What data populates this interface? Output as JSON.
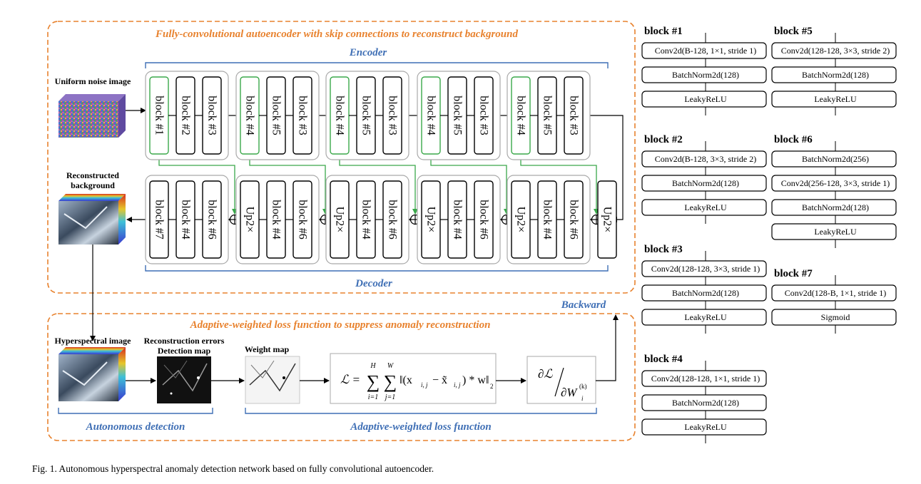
{
  "titles": {
    "autoencoder": "Fully-convolutional autoencoder with skip connections to reconstruct background",
    "loss": "Adaptive-weighted loss function to suppress anomaly reconstruction",
    "encoder": "Encoder",
    "decoder": "Decoder",
    "backward": "Backward",
    "autonomous_detection": "Autonomous detection",
    "adaptive_loss": "Adaptive-weighted loss function"
  },
  "images": {
    "noise": "Uniform noise image",
    "reconstructed_l1": "Reconstructed",
    "reconstructed_l2": "background",
    "hyperspectral": "Hyperspectral image",
    "errors_l1": "Reconstruction errors",
    "errors_l2": "Detection map",
    "weight": "Weight map"
  },
  "encoder_groups": [
    [
      "block #1",
      "block #2",
      "block #3"
    ],
    [
      "block #4",
      "block #5",
      "block #3"
    ],
    [
      "block #4",
      "block #5",
      "block #3"
    ],
    [
      "block #4",
      "block #5",
      "block #3"
    ],
    [
      "block #4",
      "block #5",
      "block #3"
    ]
  ],
  "decoder_groups": [
    [
      "block #7",
      "block #4",
      "block #6"
    ],
    [
      "Up2×",
      "block #4",
      "block #6"
    ],
    [
      "Up2×",
      "block #4",
      "block #6"
    ],
    [
      "Up2×",
      "block #4",
      "block #6"
    ],
    [
      "Up2×",
      "block #4",
      "block #6"
    ]
  ],
  "decoder_last": "Up2×",
  "formula": {
    "lhs": "ℒ = ",
    "sum_i_top": "H",
    "sum_i_bottom": "i=1",
    "sum_j_top": "W",
    "sum_j_bottom": "j=1",
    "body": "‖(x",
    "sub_ij": "i, j",
    "minus": " − x̃",
    "times_w": ") * w",
    "close": "‖",
    "norm_sub": "2",
    "grad_num": "∂ℒ",
    "grad_den": "∂W",
    "grad_sub": "i",
    "grad_sup": "(k)"
  },
  "block_defs": [
    {
      "title": "block #1",
      "ops": [
        "Conv2d(B-128, 1×1, stride 1)",
        "BatchNorm2d(128)",
        "LeakyReLU"
      ]
    },
    {
      "title": "block #2",
      "ops": [
        "Conv2d(B-128, 3×3, stride 2)",
        "BatchNorm2d(128)",
        "LeakyReLU"
      ]
    },
    {
      "title": "block #3",
      "ops": [
        "Conv2d(128-128, 3×3, stride 1)",
        "BatchNorm2d(128)",
        "LeakyReLU"
      ]
    },
    {
      "title": "block #4",
      "ops": [
        "Conv2d(128-128, 1×1, stride 1)",
        "BatchNorm2d(128)",
        "LeakyReLU"
      ]
    },
    {
      "title": "block #5",
      "ops": [
        "Conv2d(128-128, 3×3, stride 2)",
        "BatchNorm2d(128)",
        "LeakyReLU"
      ]
    },
    {
      "title": "block #6",
      "ops": [
        "BatchNorm2d(256)",
        "Conv2d(256-128, 3×3, stride 1)",
        "BatchNorm2d(128)",
        "LeakyReLU"
      ]
    },
    {
      "title": "block #7",
      "ops": [
        "Conv2d(128-B, 1×1, stride 1)",
        "Sigmoid"
      ]
    }
  ],
  "caption": "Fig. 1.   Autonomous hyperspectral anomaly detection network based on fully convolutional autoencoder.",
  "colors": {
    "orange": "#e8822e",
    "blue": "#3f6fb5",
    "green": "#3aa84a"
  }
}
